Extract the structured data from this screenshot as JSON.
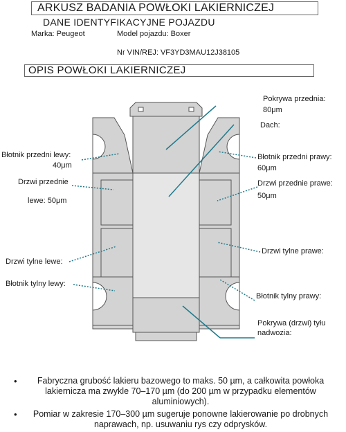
{
  "header": {
    "title": "ARKUSZ BADANIA POWŁOKI LAKIERNICZEJ",
    "subtitle": "DANE IDENTYFIKACYJNE POJAZDU",
    "make": "Marka: Peugeot",
    "model": "Model pojazdu: Boxer",
    "vin": "Nr VIN/REJ: VF3YD3MAU12J38105"
  },
  "section": {
    "title": "OPIS POWŁOKI LAKIERNICZEJ"
  },
  "labels": {
    "hood": "Pokrywa przednia:",
    "hood_value": "80μm",
    "roof": "Dach:",
    "fender_front_left": "Błotnik przedni lewy:",
    "fender_front_left_value": "40μm",
    "door_front_left": "Drzwi przednie",
    "door_front_left_value": "lewe: 50μm",
    "door_rear_left": "Drzwi tylne lewe:",
    "fender_rear_left": "Błotnik tylny lewy:",
    "fender_front_right": "Błotnik przedni prawy:",
    "fender_front_right_value": "60μm",
    "door_front_right": "Drzwi przednie prawe:",
    "door_front_right_value": "50μm",
    "door_rear_right": "Drzwi tylne prawe:",
    "fender_rear_right": "Błotnik tylny prawy:",
    "tailgate": "Pokrywa (drzwi) tyłu",
    "tailgate_2": "nadwozia:"
  },
  "notes": [
    "Fabryczna grubość lakieru bazowego to maks. 50 µm, a całkowita powłoka lakiernicza ma zwykle 70–170 µm (do 200 µm w przypadku elementów aluminiowych).",
    "Pomiar w zakresie 170–300 µm sugeruje ponowne lakierowanie po drobnych naprawach, np. usuwaniu rys czy odprysków."
  ],
  "colors": {
    "panel": "#d3d3d3",
    "panel_edge": "#555555",
    "leader": "#1f7a8c"
  }
}
